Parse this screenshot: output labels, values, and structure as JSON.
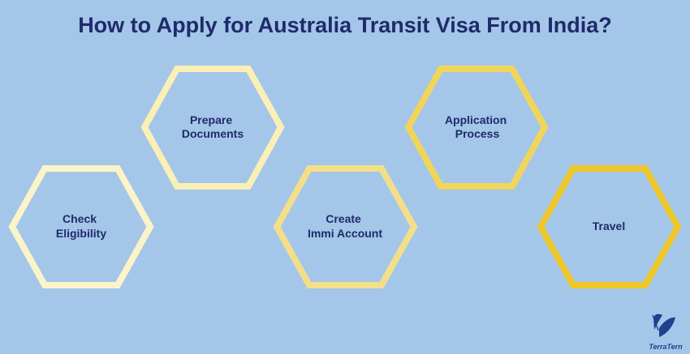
{
  "title": "How to Apply for Australia Transit Visa From India?",
  "steps": [
    {
      "id": "check-eligibility",
      "lines": [
        "Check",
        "Eligibility"
      ],
      "color": "#fbf4c8"
    },
    {
      "id": "prepare-documents",
      "lines": [
        "Prepare",
        "Documents"
      ],
      "color": "#faf0b5"
    },
    {
      "id": "create-immi-account",
      "lines": [
        "Create",
        "Immi Account"
      ],
      "color": "#f3df8a"
    },
    {
      "id": "application-process",
      "lines": [
        "Application",
        "Process"
      ],
      "color": "#f1d55a"
    },
    {
      "id": "travel",
      "lines": [
        "Travel"
      ],
      "color": "#eec82a"
    }
  ],
  "logo": {
    "text": "TerraTern",
    "icon": "butterfly-icon",
    "color": "#1f3f8f"
  }
}
